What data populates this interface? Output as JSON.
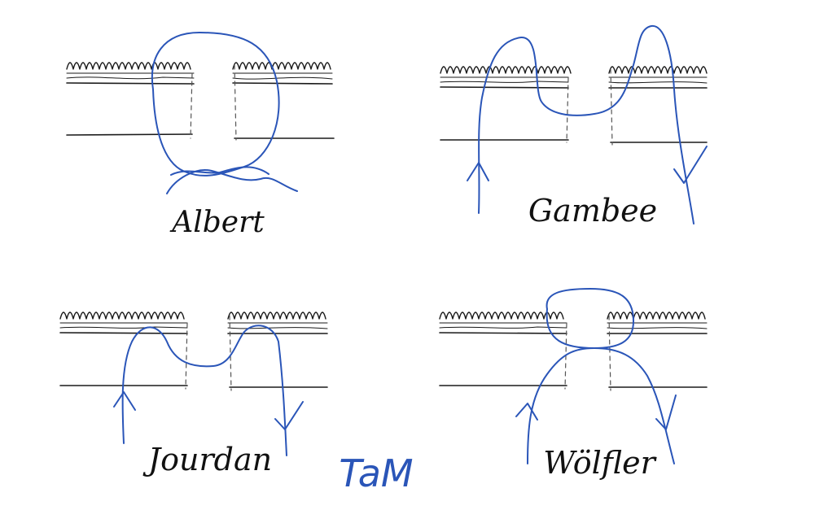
{
  "colors": {
    "ink": "#1a1a1a",
    "suture": "#2a55b8",
    "background": "#ffffff"
  },
  "panels": [
    {
      "id": "albert",
      "label": "Albert"
    },
    {
      "id": "gambee",
      "label": "Gambee"
    },
    {
      "id": "jourdan",
      "label": "Jourdan"
    },
    {
      "id": "wolfler",
      "label": "Wölfler"
    }
  ],
  "signature": {
    "text": "TaM"
  }
}
